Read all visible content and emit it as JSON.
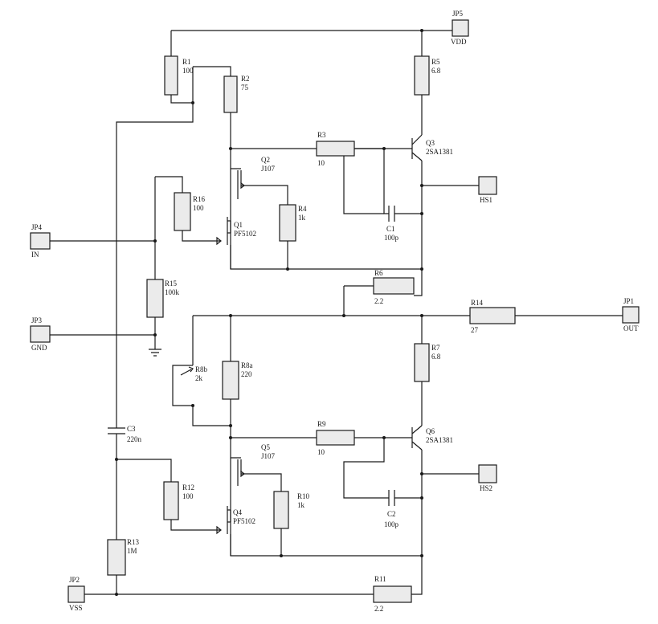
{
  "resistors": [
    {
      "ref": "R1",
      "value": "100"
    },
    {
      "ref": "R2",
      "value": "75"
    },
    {
      "ref": "R3",
      "value": "10"
    },
    {
      "ref": "R4",
      "value": "1k"
    },
    {
      "ref": "R5",
      "value": "6.8"
    },
    {
      "ref": "R6",
      "value": "2.2"
    },
    {
      "ref": "R7",
      "value": "6.8"
    },
    {
      "ref": "R8a",
      "value": "220"
    },
    {
      "ref": "R8b",
      "value": "2k"
    },
    {
      "ref": "R9",
      "value": "10"
    },
    {
      "ref": "R10",
      "value": "1k"
    },
    {
      "ref": "R11",
      "value": "2.2"
    },
    {
      "ref": "R12",
      "value": "100"
    },
    {
      "ref": "R13",
      "value": "1M"
    },
    {
      "ref": "R14",
      "value": "27"
    },
    {
      "ref": "R15",
      "value": "100k"
    },
    {
      "ref": "R16",
      "value": "100"
    }
  ],
  "capacitors": [
    {
      "ref": "C1",
      "value": "100p"
    },
    {
      "ref": "C2",
      "value": "100p"
    },
    {
      "ref": "C3",
      "value": "220n"
    }
  ],
  "transistors": [
    {
      "ref": "Q1",
      "part": "PF5102"
    },
    {
      "ref": "Q2",
      "part": "J107"
    },
    {
      "ref": "Q3",
      "part": "2SA1381"
    },
    {
      "ref": "Q4",
      "part": "PF5102"
    },
    {
      "ref": "Q5",
      "part": "J107"
    },
    {
      "ref": "Q6",
      "part": "2SA1381"
    }
  ],
  "ports": [
    {
      "ref": "JP1",
      "label": "OUT"
    },
    {
      "ref": "JP2",
      "label": "VSS"
    },
    {
      "ref": "JP3",
      "label": "GND"
    },
    {
      "ref": "JP4",
      "label": "IN"
    },
    {
      "ref": "JP5",
      "label": "VDD"
    }
  ],
  "heatsinks": [
    {
      "label": "HS1"
    },
    {
      "label": "HS2"
    }
  ]
}
